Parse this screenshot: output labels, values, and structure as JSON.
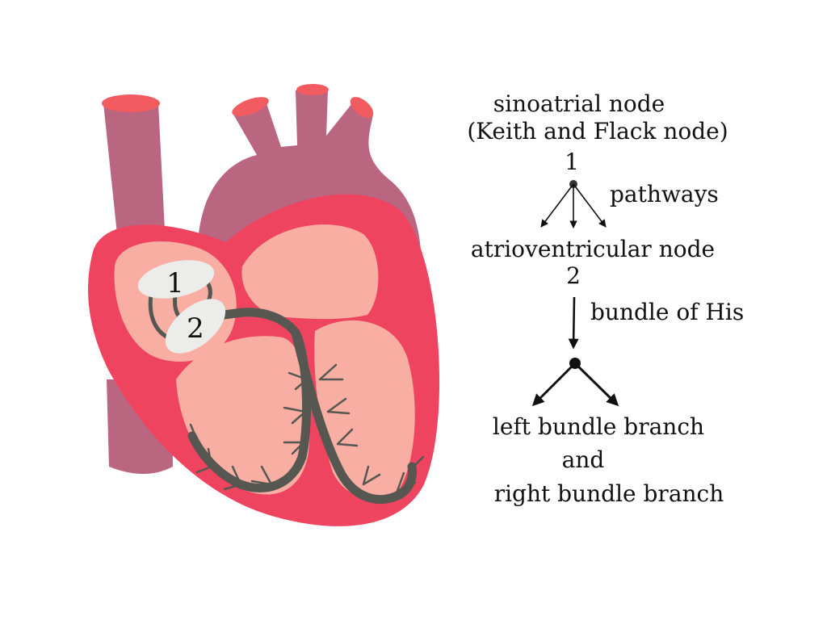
{
  "heart_labels": {
    "node_1": "1",
    "node_2": "2"
  },
  "flow": {
    "sa_node_line1": "sinoatrial node",
    "sa_node_line2": "(Keith and Flack node)",
    "sa_number": "1",
    "pathways_label": "pathways",
    "av_node": "atrioventricular node",
    "av_number": "2",
    "bundle_label": "bundle of His",
    "left_branch": "left bundle branch",
    "conjunction": "and",
    "right_branch": "right bundle branch"
  },
  "colors": {
    "vessel": "#bb6680",
    "vessel_cap": "#f25b60",
    "myocardium": "#ef4460",
    "chamber": "#f9aea3",
    "conduction": "#565751",
    "node_fill": "#ececea",
    "arrow": "#111111"
  }
}
